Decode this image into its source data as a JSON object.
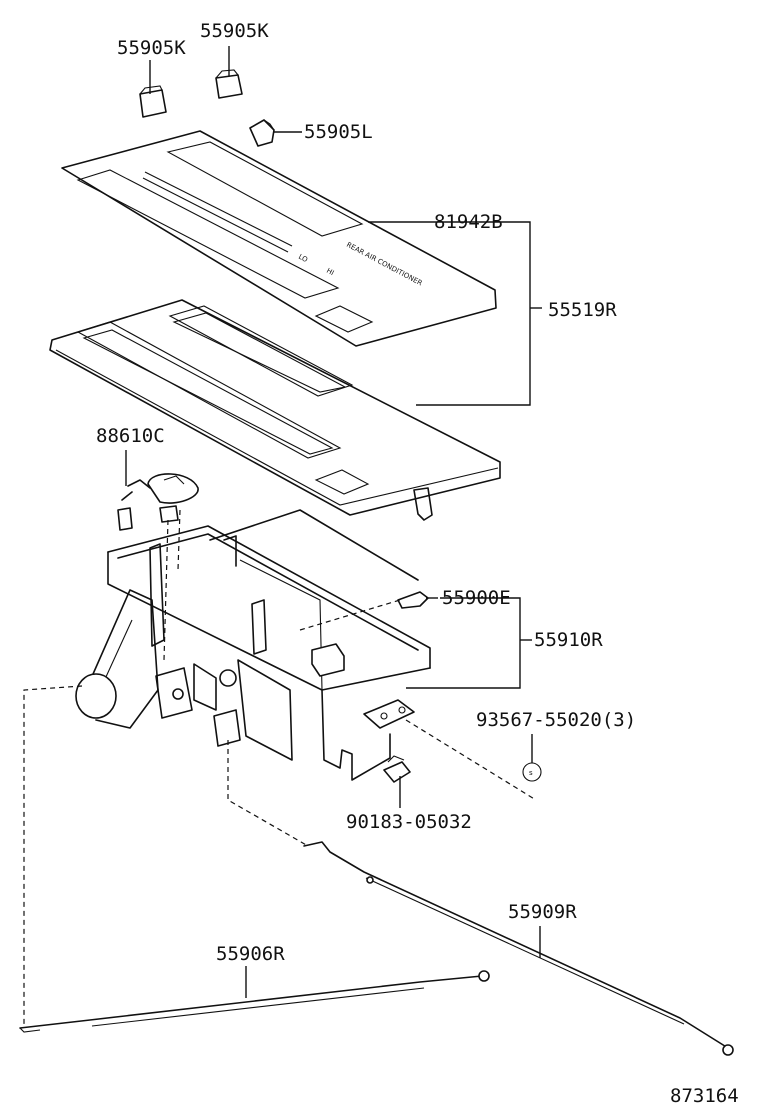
{
  "labels": {
    "k1": "55905K",
    "k2": "55905K",
    "l": "55905L",
    "b81942": "81942B",
    "r55519": "55519R",
    "c88610": "88610C",
    "e55900": "55900E",
    "r55910": "55910R",
    "bolt": "93567-55020(3)",
    "clip": "90183-05032",
    "r55909": "55909R",
    "r55906": "55906R",
    "figure_no": "873164"
  },
  "panel_text": {
    "lo": "LO",
    "hi": "HI",
    "rear": "REAR AIR CONDITIONER"
  }
}
